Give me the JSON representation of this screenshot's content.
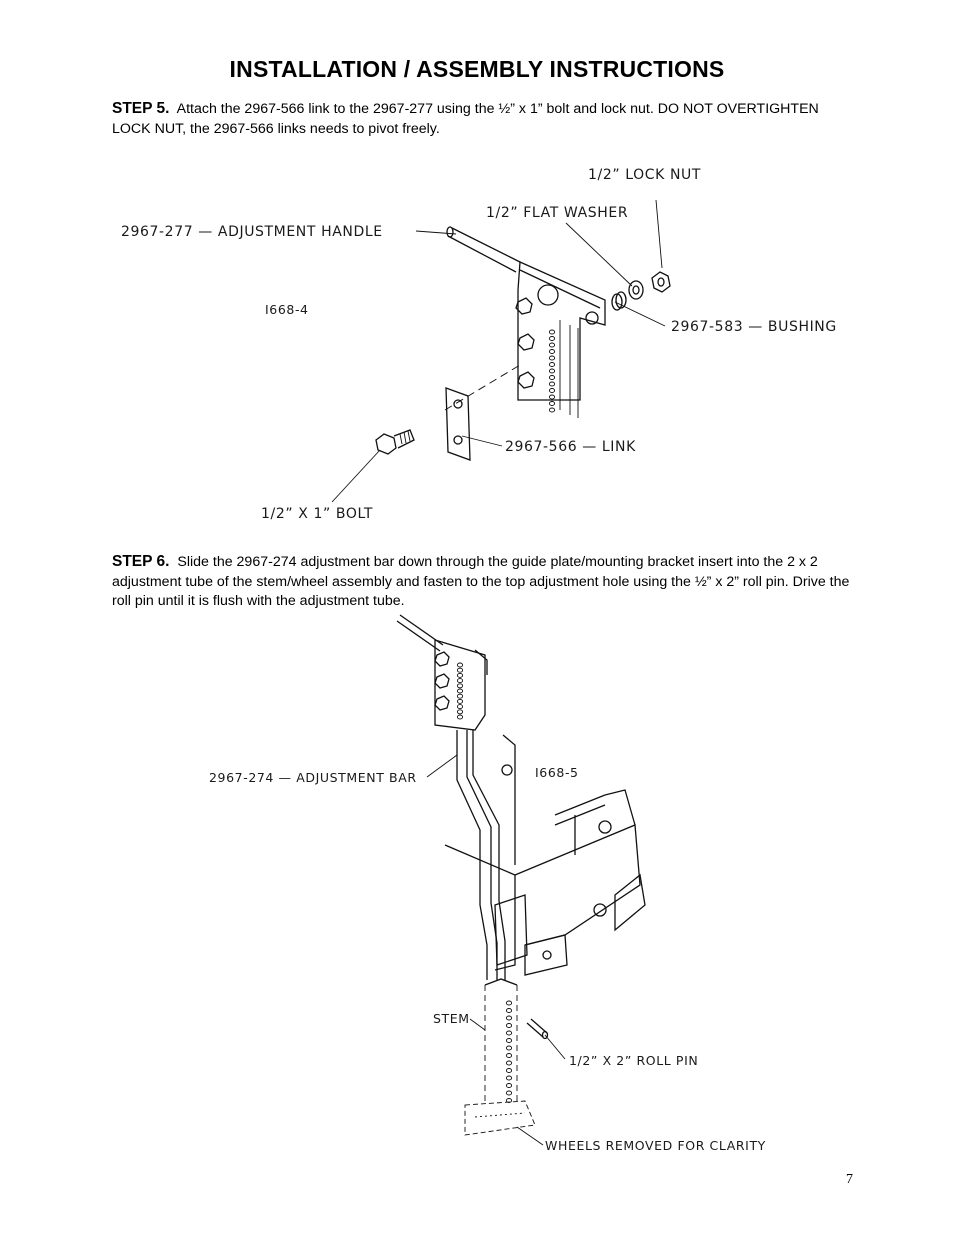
{
  "page": {
    "title": "INSTALLATION / ASSEMBLY INSTRUCTIONS",
    "page_number": "7"
  },
  "step5": {
    "label": "STEP 5.",
    "text": "Attach the 2967-566 link to the 2967-277 using the ½” x 1” bolt and lock nut.  DO NOT OVERTIGHTEN LOCK NUT, the 2967-566 links needs to pivot freely."
  },
  "step6": {
    "label": "STEP 6.",
    "text": "Slide the 2967-274 adjustment bar down through the guide plate/mounting bracket insert into the 2 x 2 adjustment tube of the stem/wheel assembly and fasten to the top adjustment hole using the ½” x 2” roll pin.  Drive the roll pin until it is flush with the adjustment tube."
  },
  "figure1": {
    "drawing_id": "I668-4",
    "labels": {
      "lock_nut": "1/2” LOCK NUT",
      "flat_washer": "1/2” FLAT WASHER",
      "handle": "2967-277 — ADJUSTMENT HANDLE",
      "bushing": "2967-583 — BUSHING",
      "link": "2967-566 — LINK",
      "bolt": "1/2” X 1” BOLT"
    }
  },
  "figure2": {
    "drawing_id": "I668-5",
    "labels": {
      "adjustment_bar": "2967-274 — ADJUSTMENT BAR",
      "stem": "STEM",
      "roll_pin": "1/2” X 2” ROLL PIN",
      "wheels_removed": "WHEELS REMOVED FOR CLARITY"
    }
  }
}
